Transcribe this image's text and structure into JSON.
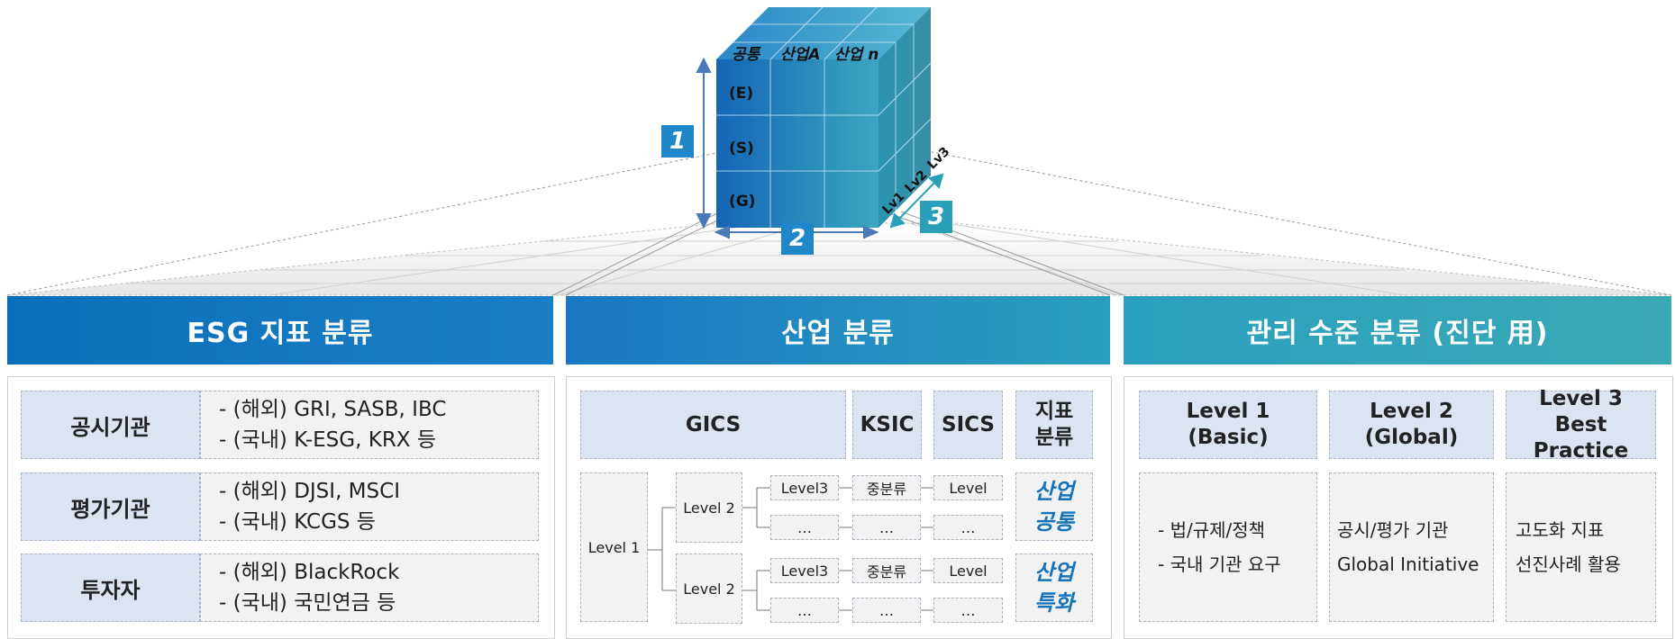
{
  "cube": {
    "top_labels": [
      "공통",
      "산업A",
      "산업 n"
    ],
    "row_labels": [
      "(E)",
      "(S)",
      "(G)"
    ],
    "depth_labels": [
      "Lv1",
      "Lv2",
      "Lv3"
    ],
    "axis_numbers": [
      "1",
      "2",
      "3"
    ]
  },
  "headers": [
    "ESG 지표 분류",
    "산업 분류",
    "관리 수준 분류 (진단 用)"
  ],
  "esg": [
    {
      "label": "공시기관",
      "lines": [
        "- (해외) GRI, SASB, IBC",
        "- (국내) K-ESG, KRX 등"
      ]
    },
    {
      "label": "평가기관",
      "lines": [
        "- (해외) DJSI, MSCI",
        "- (국내) KCGS 등"
      ]
    },
    {
      "label": "투자자",
      "lines": [
        "- (해외) BlackRock",
        "- (국내) 국민연금 등"
      ]
    }
  ],
  "industry": {
    "columns": [
      "GICS",
      "KSIC",
      "SICS",
      "지표 분류"
    ],
    "tree": {
      "level1": "Level 1",
      "level2": [
        "Level 2",
        "Level 2"
      ],
      "level3": [
        "Level3",
        "…",
        "Level3",
        "…"
      ],
      "ksic": [
        "중분류",
        "…",
        "중분류",
        "…"
      ],
      "sics": [
        "Level",
        "…",
        "Level",
        "…"
      ]
    },
    "categories": [
      [
        "산업",
        "공통"
      ],
      [
        "산업",
        "특화"
      ]
    ]
  },
  "management": {
    "levels": [
      {
        "title": "Level 1",
        "sub": "(Basic)",
        "desc": [
          "- 법/규제/정책",
          "- 국내 기관 요구"
        ]
      },
      {
        "title": "Level 2",
        "sub": "(Global)",
        "desc": [
          "공시/평가 기관",
          "Global Initiative"
        ]
      },
      {
        "title": "Level 3",
        "sub": "Best Practice",
        "desc": [
          "고도화 지표",
          "선진사례 활용"
        ]
      }
    ]
  },
  "colors": {
    "dark_blue": "#0a6fba",
    "teal": "#3aa9b4",
    "accent_blue": "#1473b9"
  }
}
